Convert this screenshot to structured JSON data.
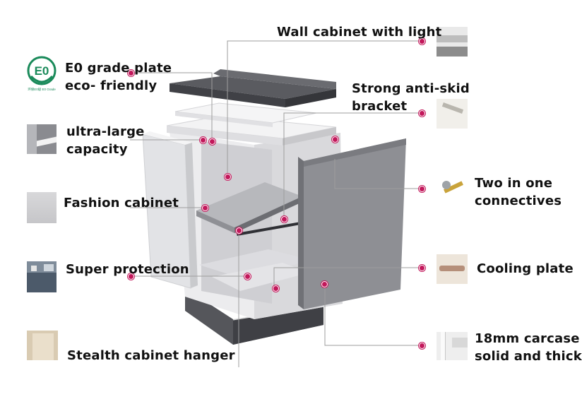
{
  "features": {
    "wall_cabinet": "Wall cabinet with light",
    "e0_line1": "E0 grade plate",
    "e0_line2": "eco- friendly",
    "antiskid_line1": "Strong anti-skid",
    "antiskid_line2": "bracket",
    "capacity_line1": "ultra-large",
    "capacity_line2": "capacity",
    "fashion": "Fashion cabinet",
    "connectives_line1": "Two in one",
    "connectives_line2": "connectives",
    "protection": "Super protection",
    "cooling": "Cooling plate",
    "hanger": "Stealth cabinet hanger",
    "carcase_line1": "18mm carcase",
    "carcase_line2": "solid and thick"
  },
  "logo": {
    "text": "E0",
    "small_text": "环保E0级 E0 Grade"
  },
  "colors": {
    "accent_dot": "#c2185b",
    "leader_line": "#9e9e9e",
    "countertop": "#4a4a4e",
    "door": "#8d8d92",
    "carcase": "#e6e6e8"
  }
}
